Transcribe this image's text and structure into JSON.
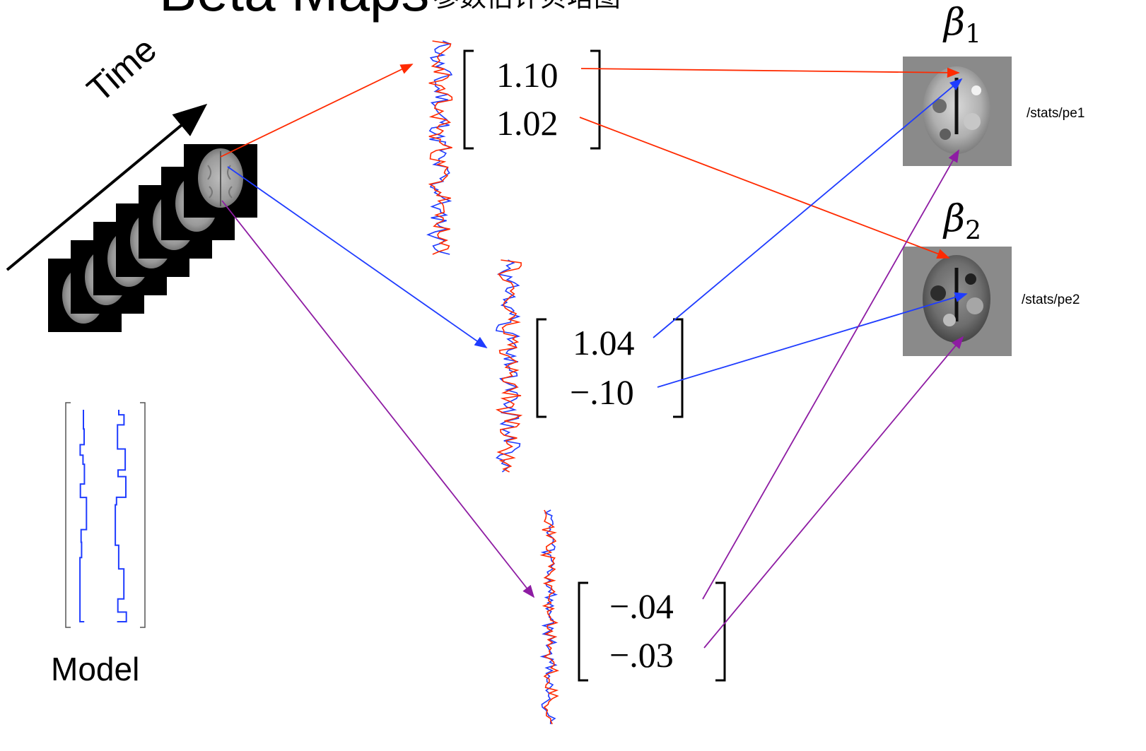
{
  "title": {
    "main": "Beta Maps",
    "sub": "参数估计贝塔图"
  },
  "time_label": "Time",
  "model_label": "Model",
  "betas": [
    {
      "symbol": "β",
      "subscript": "1",
      "path": "/stats/pe1"
    },
    {
      "symbol": "β",
      "subscript": "2",
      "path": "/stats/pe2"
    }
  ],
  "voxels": [
    {
      "values": [
        "1.10",
        "1.02"
      ],
      "arrow_color": "#ff2a00"
    },
    {
      "values": [
        "1.04",
        "−.10"
      ],
      "arrow_color": "#1f3cff"
    },
    {
      "values": [
        "−.04",
        "−.03"
      ],
      "arrow_color": "#8e1ca3"
    }
  ],
  "colors": {
    "red": "#ff2a00",
    "blue": "#1f3cff",
    "purple": "#8e1ca3",
    "black": "#000000",
    "brain_bg": "#8a8a8a"
  },
  "icons": [
    "brain-slice-stack",
    "brain-map-beta1",
    "brain-map-beta2",
    "timeseries-signal",
    "design-matrix-regressor"
  ]
}
